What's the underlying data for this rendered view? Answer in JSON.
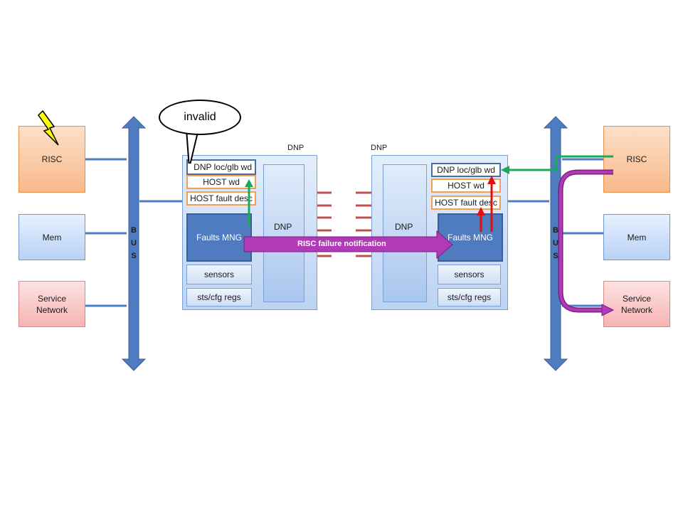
{
  "left_node": {
    "risc": "RISC",
    "mem": "Mem",
    "service_network": [
      "Service",
      "Network"
    ],
    "bus_letters": [
      "B",
      "U",
      "S"
    ]
  },
  "right_node": {
    "risc": "RISC",
    "mem": "Mem",
    "service_network": [
      "Service",
      "Network"
    ],
    "bus_letters": [
      "B",
      "U",
      "S"
    ]
  },
  "left_dnp": {
    "title": "DNP",
    "inner": "DNP",
    "registers": [
      "DNP loc/glb wd",
      "HOST wd",
      "HOST fault desc"
    ],
    "faults": "Faults MNG",
    "sensors": "sensors",
    "regs": "sts/cfg regs"
  },
  "right_dnp": {
    "title": "DNP",
    "inner": "DNP",
    "registers": [
      "DNP loc/glb wd",
      "HOST wd",
      "HOST fault desc"
    ],
    "faults": "Faults MNG",
    "sensors": "sensors",
    "regs": "sts/cfg regs"
  },
  "bubble": "invalid",
  "notification": "RISC failure notification",
  "colors": {
    "bus": "#4f7cc0",
    "green_arrow": "#1aa85a",
    "red_arrow": "#e01010",
    "magenta_arrow": "#b23ab8",
    "link_dash": "#c0504d",
    "lightning": "#ffff00"
  }
}
